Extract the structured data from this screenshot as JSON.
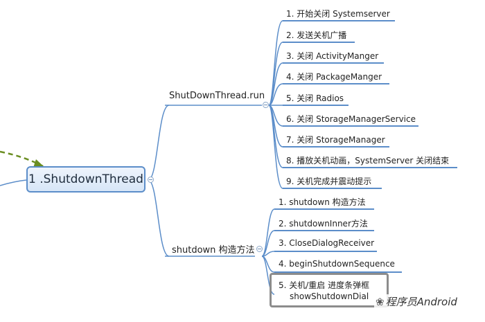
{
  "root": {
    "label": "1 .ShutdownThread"
  },
  "branches": [
    {
      "label": "ShutDownThread.run",
      "items": [
        "1. 开始关闭 Systemserver",
        "2. 发送关机广播",
        "3. 关闭 ActivityManger",
        "4. 关闭 PackageManger",
        "5. 关闭 Radios",
        "6. 关闭 StorageManagerService",
        "7. 关闭 StorageManager",
        "8. 播放关机动画，SystemServer 关闭结束",
        "9. 关机完成并震动提示"
      ]
    },
    {
      "label": "shutdown 构造方法",
      "items": [
        "1. shutdown 构造方法",
        "2. shutdownInner方法",
        "3. CloseDialogReceiver",
        "4. beginShutdownSequence",
        "5. 关机/重启 进度条弹框",
        "showShutdownDial"
      ]
    }
  ],
  "watermark": {
    "text": "程序员Android"
  },
  "colors": {
    "line": "#5b8dc9",
    "arrow": "#6b8e23",
    "highlight": "#8c8c8c"
  }
}
